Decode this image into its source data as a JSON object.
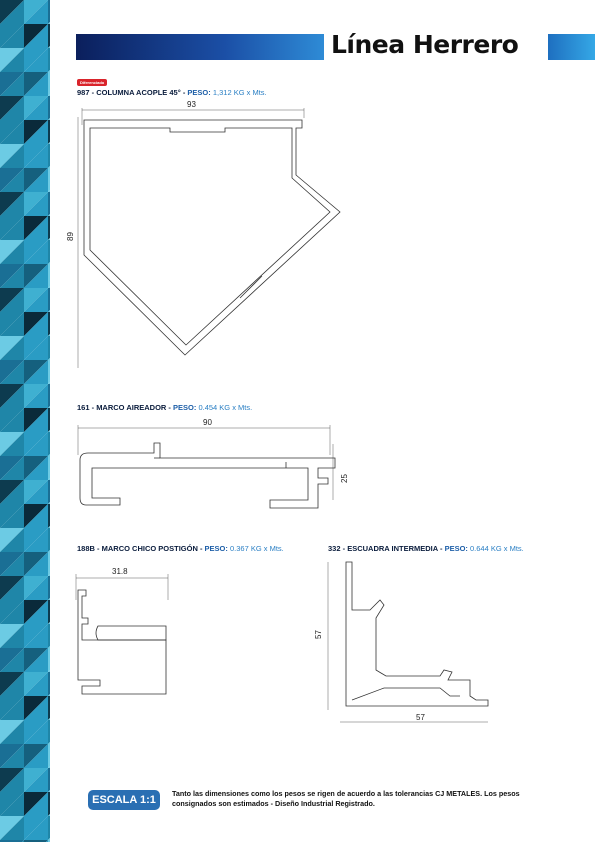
{
  "header": {
    "title": "Línea Herrero",
    "bar_color": "#1b4fa6"
  },
  "badge": {
    "label": "Diferenciado"
  },
  "profiles": [
    {
      "code": "987",
      "name": "COLUMNA ACOPLE 45°",
      "peso_label": "PESO:",
      "peso_value": "1,312 KG x Mts.",
      "dims": [
        "93",
        "89"
      ]
    },
    {
      "code": "161",
      "name": "MARCO AIREADOR",
      "peso_label": "PESO:",
      "peso_value": "0.454 KG x Mts.",
      "dims": [
        "90",
        "25"
      ]
    },
    {
      "code": "188B",
      "name": "MARCO CHICO POSTIGÓN",
      "peso_label": "PESO:",
      "peso_value": "0.367 KG x Mts.",
      "dims": [
        "31.8"
      ]
    },
    {
      "code": "332",
      "name": "ESCUADRA INTERMEDIA",
      "peso_label": "PESO:",
      "peso_value": "0.644 KG x Mts.",
      "dims": [
        "57",
        "57"
      ]
    }
  ],
  "footer": {
    "scale": "ESCALA 1:1",
    "note": "Tanto las dimensiones como los pesos se rigen de acuerdo a las tolerancias CJ METALES. Los pesos consignados son estimados - Diseño Industrial Registrado."
  },
  "colors": {
    "accent": "#1e5fa8",
    "peso_value": "#2a7fc4",
    "badge": "#d9242b"
  }
}
